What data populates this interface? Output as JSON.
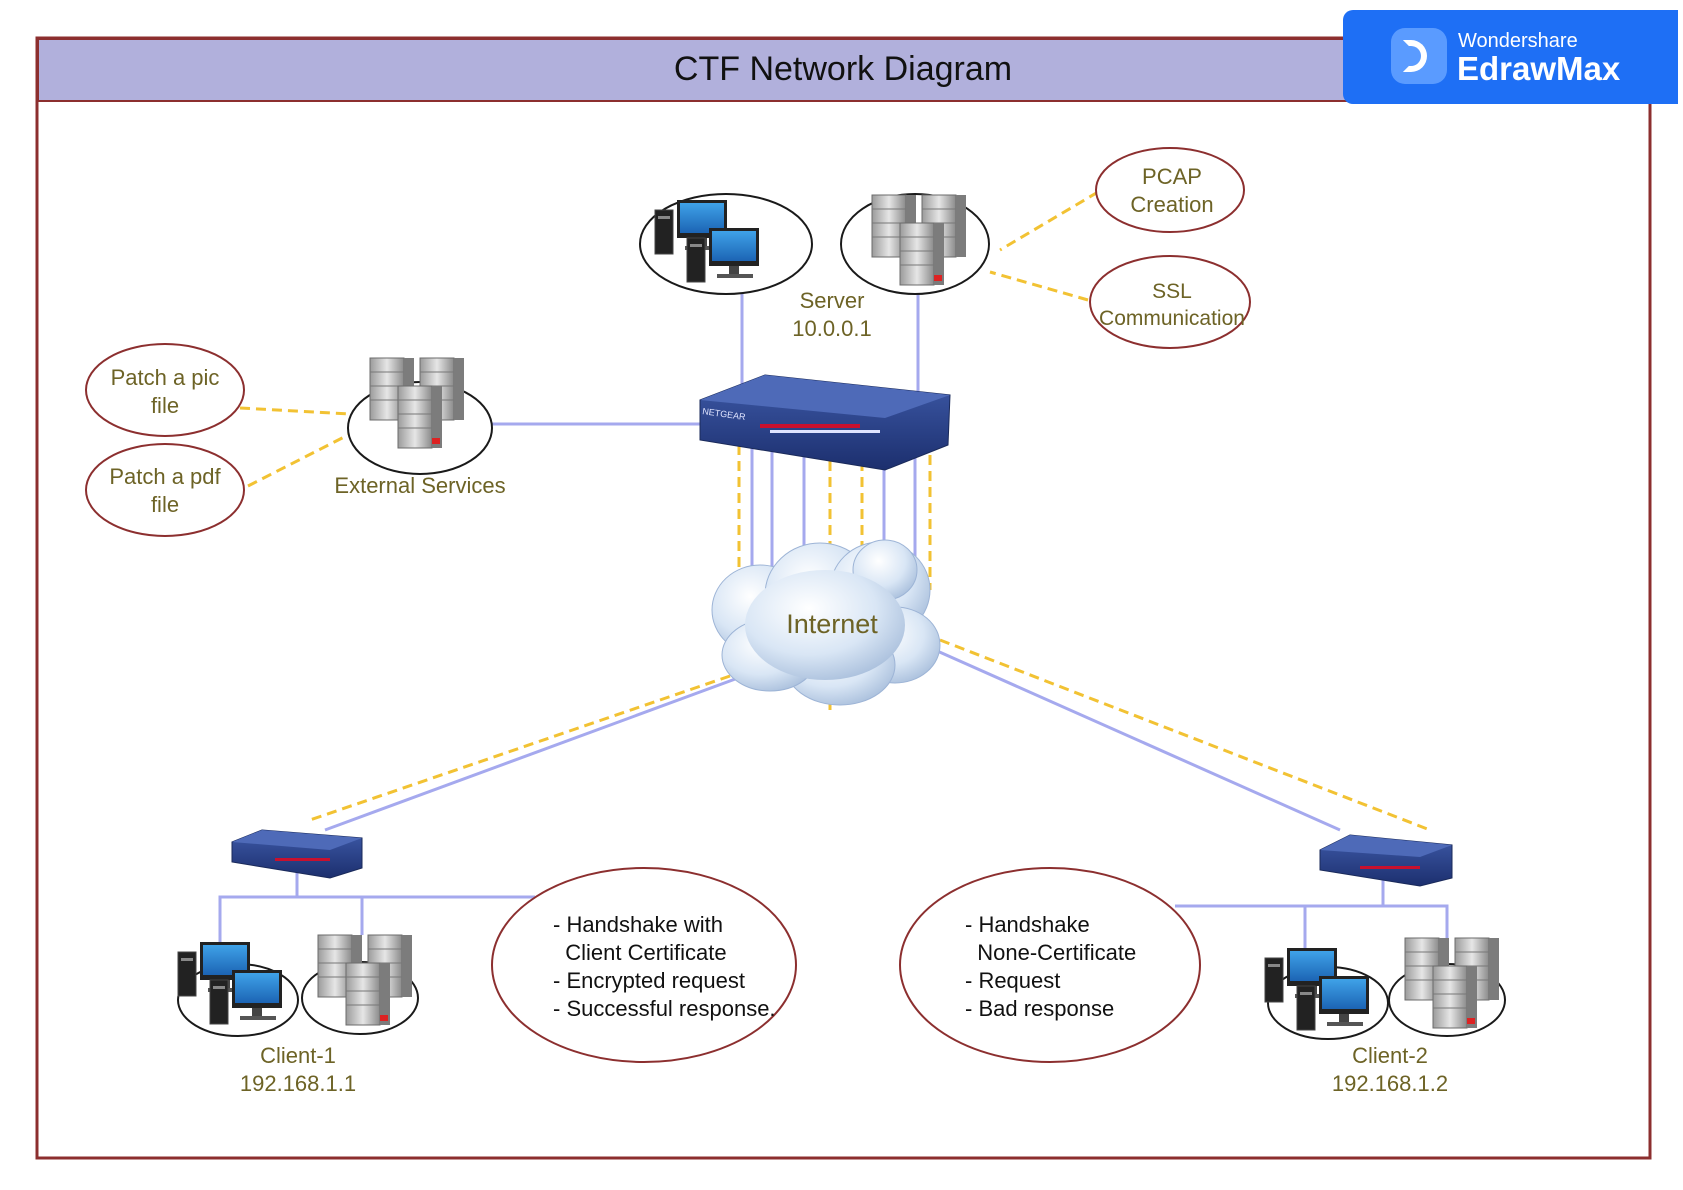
{
  "title": "CTF Network Diagram",
  "brand": {
    "line1": "Wondershare",
    "line2": "EdrawMax"
  },
  "nodes": {
    "server": {
      "line1": "Server",
      "line2": "10.0.0.1"
    },
    "pcap": {
      "line1": "PCAP",
      "line2": "Creation"
    },
    "ssl": {
      "line1": "SSL",
      "line2": "Communication"
    },
    "patch_pic": {
      "line1": "Patch a pic",
      "line2": "file"
    },
    "patch_pdf": {
      "line1": "Patch a pdf",
      "line2": "file"
    },
    "external": {
      "label": "External Services"
    },
    "internet": {
      "label": "Internet"
    },
    "client1": {
      "line1": "Client-1",
      "line2": "192.168.1.1"
    },
    "client2": {
      "line1": "Client-2",
      "line2": "192.168.1.2"
    }
  },
  "notes": {
    "client1": [
      "- Handshake with",
      "  Client Certificate",
      "- Encrypted request",
      "- Successful response."
    ],
    "client2": [
      "- Handshake",
      "  None-Certificate",
      "- Request",
      "- Bad response"
    ]
  },
  "colors": {
    "title_bar": "#b1b0dc",
    "frame": "#8c2f2f",
    "wire": "#a5a9ee",
    "dashed_link": "#f2c233",
    "label_text": "#6d6326",
    "brand": "#1e6ff5"
  }
}
